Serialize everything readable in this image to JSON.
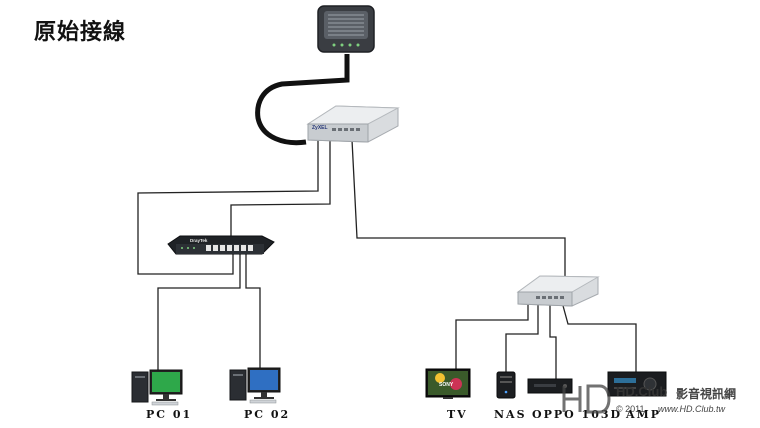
{
  "title": "原始接線",
  "labels": {
    "pc1": "PC  01",
    "pc2": "PC  02",
    "tv": "TV",
    "nas": "NAS",
    "oppo": "OPPO 103D",
    "amp": "AMP"
  },
  "device_text": {
    "switch_brand": "ZyXEL",
    "router_brand": "DrayTek",
    "tv_brand": "SONY"
  },
  "watermark": {
    "brand": "HD.Club",
    "cn": "影音視訊網",
    "year": "© 2011",
    "url": "www.HD.Club.tw"
  }
}
